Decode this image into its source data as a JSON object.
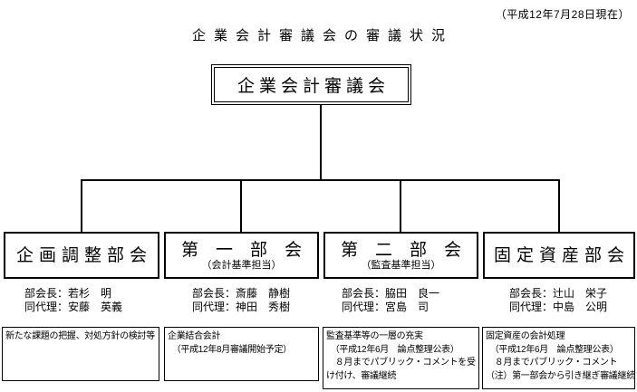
{
  "meta": {
    "background": "#ffffff",
    "ink": "#000000"
  },
  "header": {
    "date_note": "（平成12年7月28日現在）",
    "title": "企業会計審議会の審議状況"
  },
  "root": {
    "label": "企業会計審議会"
  },
  "subcommittees": [
    {
      "name": "企画調整部会",
      "subtitle": "",
      "chair_label": "部会長：",
      "chair_name": "若杉　明",
      "deputy_label": "同代理：",
      "deputy_name": "安藤　英義",
      "notes": [
        "新たな課題の把握、対処方針の検討等"
      ]
    },
    {
      "name": "第　一　部　会",
      "subtitle": "（会計基準担当）",
      "chair_label": "部会長：",
      "chair_name": "斎藤　静樹",
      "deputy_label": "同代理：",
      "deputy_name": "神田　秀樹",
      "notes": [
        "企業結合会計",
        "　（平成12年8月審議開始予定）"
      ]
    },
    {
      "name": "第　二　部　会",
      "subtitle": "（監査基準担当）",
      "chair_label": "部会長：",
      "chair_name": "脇田　良一",
      "deputy_label": "同代理：",
      "deputy_name": "宮島　司",
      "notes": [
        "監査基準等の一層の充実",
        "　（平成12年6月　論点整理公表）",
        "　８月までパブリック・コメントを受",
        "け付け、審議継続"
      ]
    },
    {
      "name": "固定資産部会",
      "subtitle": "",
      "chair_label": "部会長：",
      "chair_name": "辻山　栄子",
      "deputy_label": "同代理：",
      "deputy_name": "中島　公明",
      "notes": [
        "固定資産の会計処理",
        "　（平成12年6月　論点整理公表）",
        "　８月までパブリック・コメント",
        "（注）第一部会から引き継ぎ審議継続"
      ]
    }
  ]
}
